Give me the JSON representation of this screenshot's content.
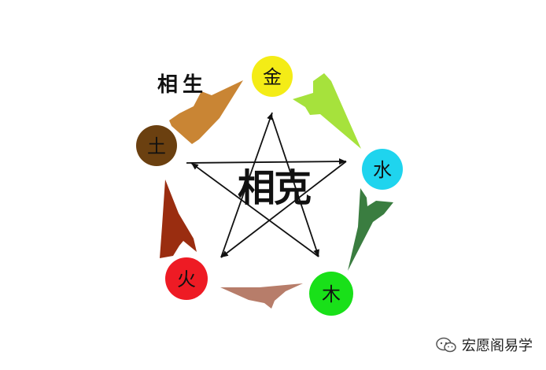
{
  "sheng_label": "相生",
  "ke_label": "相克",
  "elements": {
    "metal": {
      "label": "金",
      "color": "#f4ec16"
    },
    "water": {
      "label": "水",
      "color": "#1fd4ee"
    },
    "wood": {
      "label": "木",
      "color": "#19e019"
    },
    "fire": {
      "label": "火",
      "color": "#ee1b24"
    },
    "earth": {
      "label": "土",
      "color": "#6b4010"
    }
  },
  "sheng_arrow_colors": {
    "metal_to_water": "#a6e23c",
    "water_to_wood": "#3a7d40",
    "wood_to_fire": "#b77d6a",
    "fire_to_earth": "#9a2d10",
    "earth_to_metal": "#c98534"
  },
  "watermark": {
    "text": "宏愿阁易学",
    "icon": "wechat-icon"
  }
}
